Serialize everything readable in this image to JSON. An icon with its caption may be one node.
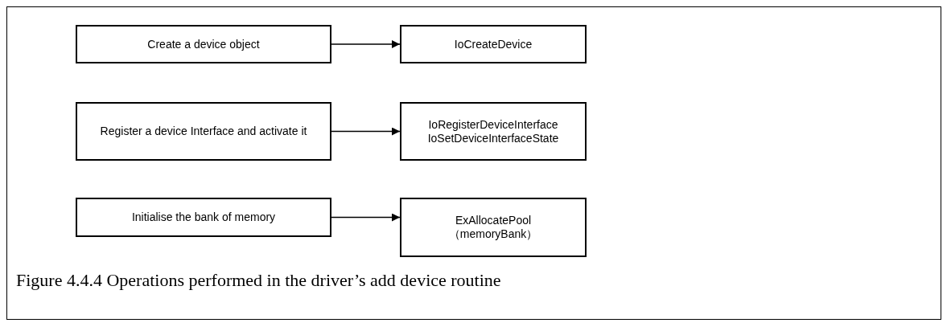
{
  "diagram": {
    "caption": "Figure 4.4.4 Operations performed in the driver’s add device routine",
    "nodes": [
      {
        "text": [
          "Create a device object"
        ]
      },
      {
        "text": [
          "IoCreateDevice"
        ]
      },
      {
        "text": [
          "Register a device Interface and activate it"
        ]
      },
      {
        "text": [
          "IoRegisterDeviceInterface IoSetDeviceInterfaceState"
        ]
      },
      {
        "text": [
          "Initialise the bank of memory"
        ]
      },
      {
        "text": [
          "ExAllocatePool （memoryBank）"
        ]
      }
    ],
    "edges": [
      {
        "from": 0,
        "to": 1,
        "arrow": "to"
      },
      {
        "from": 2,
        "to": 3,
        "arrow": "to"
      },
      {
        "from": 4,
        "to": 5,
        "arrow": "to"
      }
    ]
  }
}
